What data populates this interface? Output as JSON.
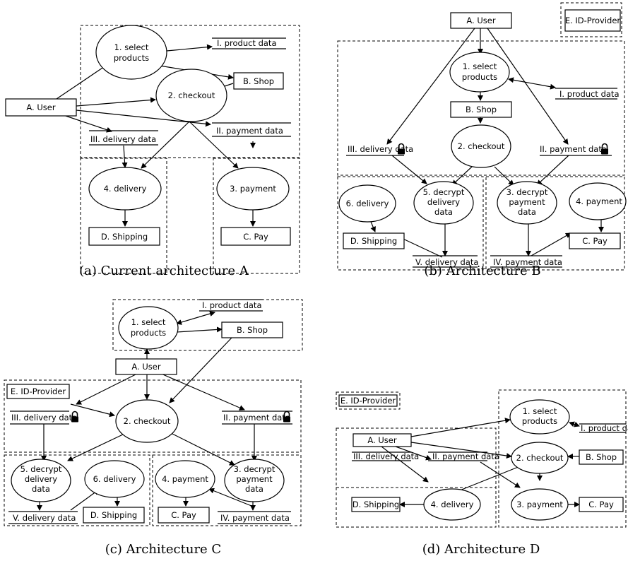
{
  "labels": {
    "user": "A. User",
    "shop": "B. Shop",
    "pay": "C. Pay",
    "shipping": "D. Shipping",
    "idp": "E. ID-Provider",
    "select1": "1. select",
    "select2": "products",
    "checkout": "2. checkout",
    "payment": "3. payment",
    "delivery": "4. delivery",
    "pay4": "4. payment",
    "dec_pay1": "3. decrypt",
    "dec_pay2": "payment",
    "dec_pay3": "data",
    "dec_del1": "5. decrypt",
    "dec_del2": "delivery",
    "dec_del3": "data",
    "delivery6": "6. delivery",
    "product_data": "I. product data",
    "product_data_cut": "I. product dat",
    "payment_data": "II. payment data",
    "delivery_data": "III. delivery data",
    "payment_data_iv": "IV. payment data",
    "delivery_data_v": "V. delivery data"
  },
  "captions": {
    "a": "(a) Current architecture A",
    "b": "(b) Architecture B",
    "c": "(c) Architecture C",
    "d": "(d) Architecture D"
  }
}
